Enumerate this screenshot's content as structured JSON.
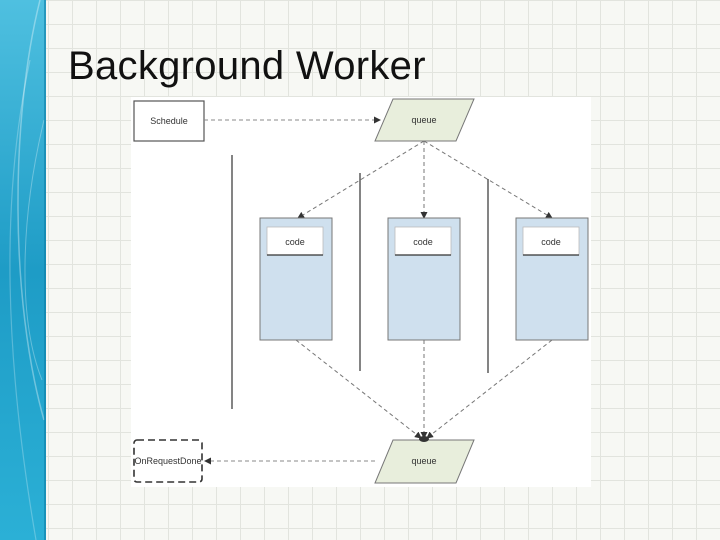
{
  "slide": {
    "title": "Background Worker"
  },
  "diagram": {
    "schedule_label": "Schedule",
    "queue_top_label": "queue",
    "queue_bottom_label": "queue",
    "on_request_done_label": "OnRequestDone",
    "code_blocks": [
      {
        "label": "code"
      },
      {
        "label": "code"
      },
      {
        "label": "code"
      }
    ]
  },
  "colors": {
    "accent_band": "#2aa3c9",
    "queue_fill": "#e8eedc",
    "code_fill": "#cfe0ee",
    "border": "#555555"
  }
}
